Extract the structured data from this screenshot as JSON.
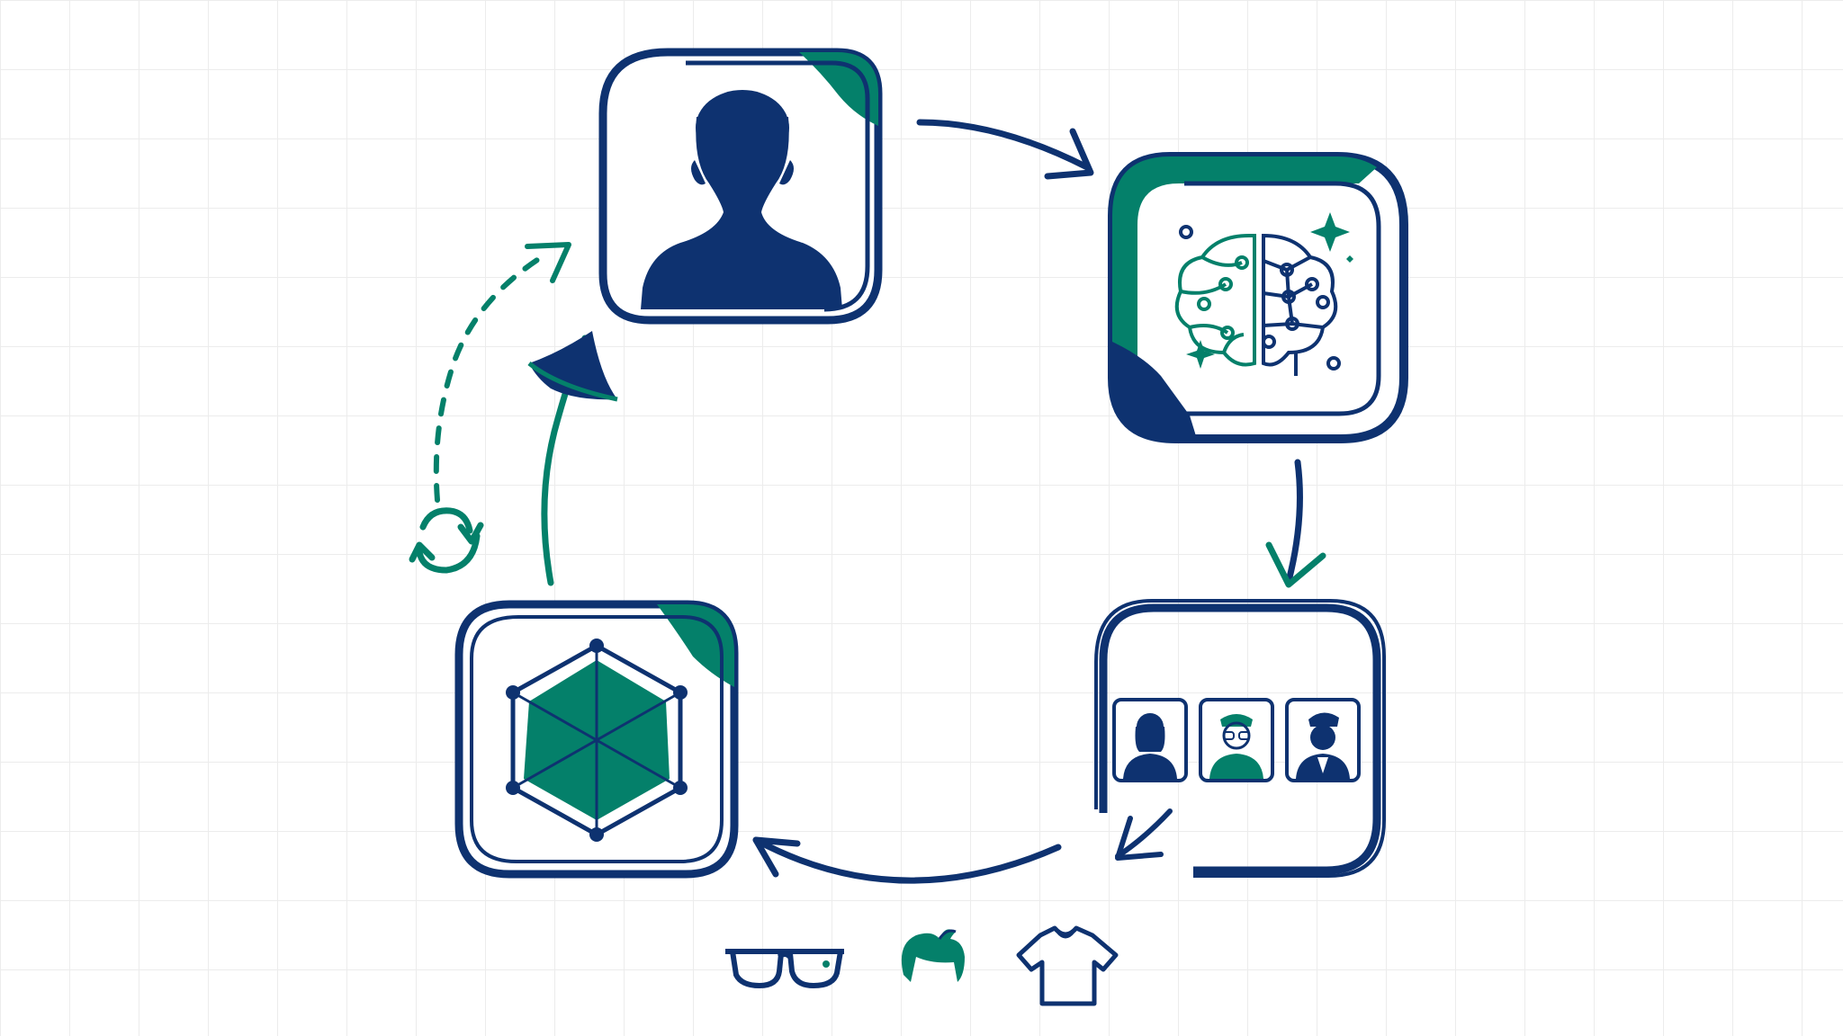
{
  "colors": {
    "navy": "#0e3270",
    "green": "#04806a",
    "grid": "#ececec",
    "background": "#ffffff"
  },
  "nodes": [
    {
      "id": "user",
      "icon": "person-silhouette-icon"
    },
    {
      "id": "ai",
      "icon": "ai-brain-circuit-icon"
    },
    {
      "id": "variants",
      "icon": "three-avatar-variants-icon"
    },
    {
      "id": "model",
      "icon": "hexagon-network-icon"
    }
  ],
  "flow": [
    {
      "from": "user",
      "to": "ai",
      "style": "solid",
      "color": "navy"
    },
    {
      "from": "ai",
      "to": "variants",
      "style": "solid",
      "color": "navy"
    },
    {
      "from": "variants",
      "to": "model",
      "style": "solid",
      "color": "navy"
    },
    {
      "from": "model",
      "to": "user",
      "style": "solid",
      "color": "green"
    },
    {
      "from": "model",
      "to": "user",
      "style": "dashed",
      "color": "green"
    }
  ],
  "cycle_icon": "refresh-cycle-icon",
  "accessories": [
    {
      "icon": "glasses-icon"
    },
    {
      "icon": "hair-icon"
    },
    {
      "icon": "tshirt-icon"
    }
  ]
}
